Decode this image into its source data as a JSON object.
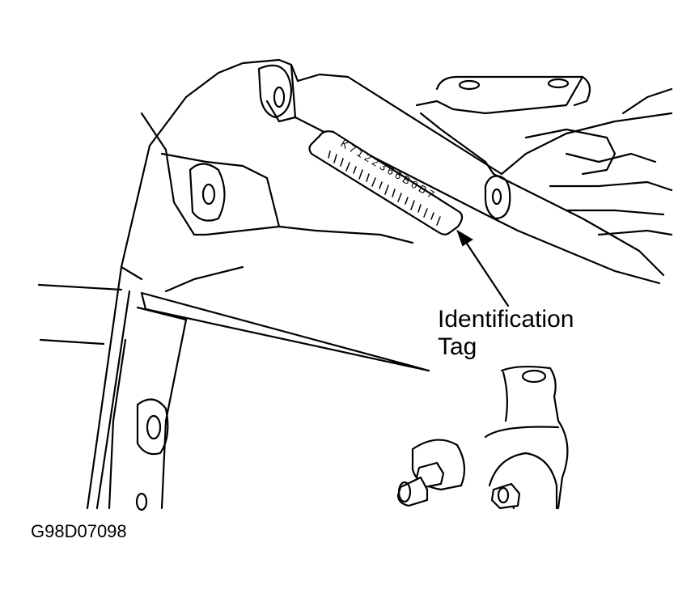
{
  "callout": {
    "line1": "Identification",
    "line2": "Tag"
  },
  "tag": {
    "row1": "K 7 1 2   2 3 6 6   B 0 B 7"
  },
  "figure_id": "G98D07098",
  "colors": {
    "ink": "#000000",
    "paper": "#ffffff"
  }
}
